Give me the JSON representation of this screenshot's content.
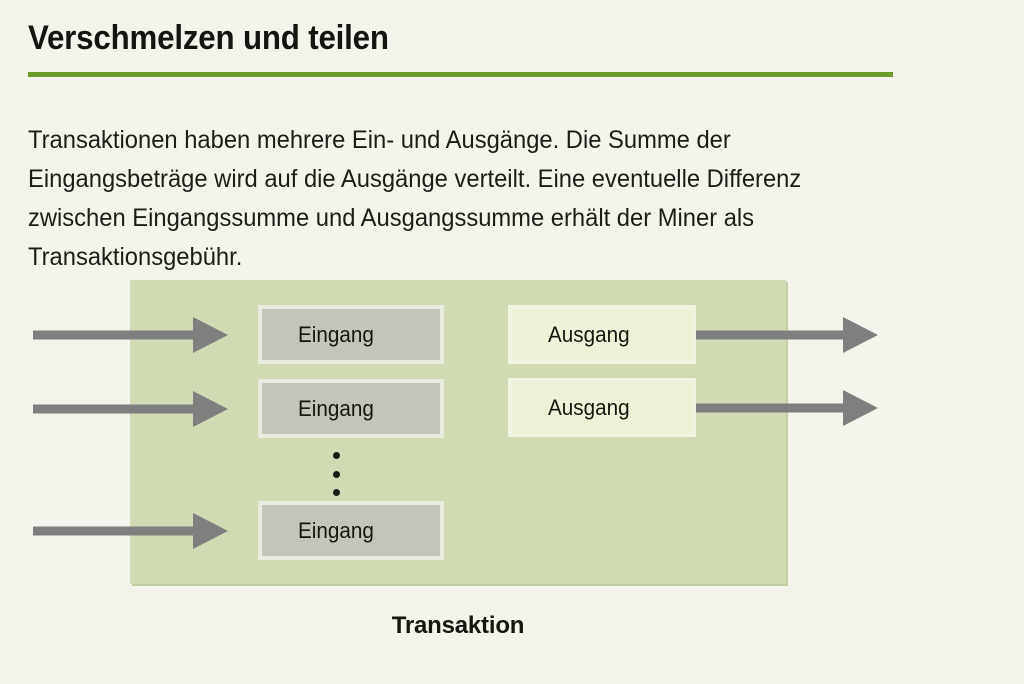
{
  "page": {
    "background_color": "#f4f3ec",
    "title": "Verschmelzen und teilen",
    "rule_color": "#6d9a2c",
    "body_text": "Transaktionen haben mehrere Ein- und Ausgänge. Die Summe der Eingangsbeträge wird auf die Ausgänge verteilt. Eine eventuelle Differenz zwischen Eingangssumme und Ausgangssumme erhält der Miner als Transaktionsgebühr."
  },
  "diagram": {
    "caption": "Transaktion",
    "panel_color": "#d0dbb5",
    "input_box_color": "#c3c5ba",
    "output_box_color": "#eff1d8",
    "arrow_color": "#7f7f7f",
    "inputs": [
      {
        "label": "Eingang"
      },
      {
        "label": "Eingang"
      },
      {
        "label": "Eingang"
      }
    ],
    "outputs": [
      {
        "label": "Ausgang"
      },
      {
        "label": "Ausgang"
      }
    ],
    "ellipsis": {
      "name": "vertical-ellipsis",
      "dot_count": 3
    },
    "arrows": {
      "incoming_count": 3,
      "outgoing_count": 2,
      "direction": "right"
    }
  }
}
